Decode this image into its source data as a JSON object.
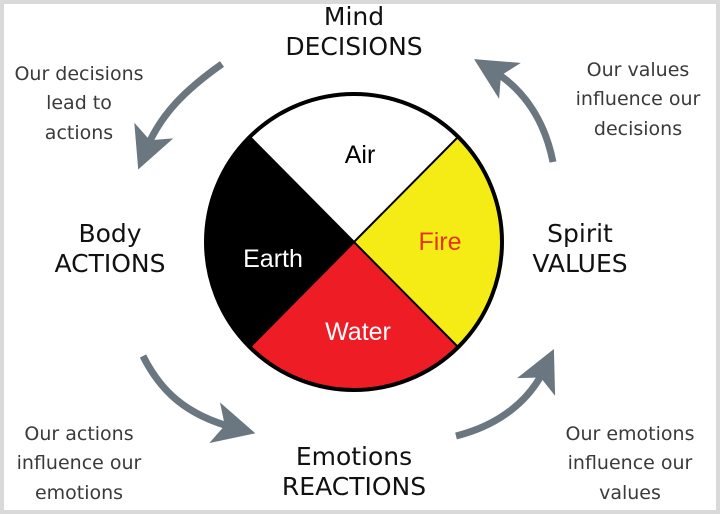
{
  "wheel": {
    "quadrants": [
      {
        "name": "Air",
        "fill": "#ffffff",
        "text_color": "#000000"
      },
      {
        "name": "Fire",
        "fill": "#f5ec16",
        "text_color": "#e2361c"
      },
      {
        "name": "Water",
        "fill": "#ee1c24",
        "text_color": "#ffffff"
      },
      {
        "name": "Earth",
        "fill": "#000000",
        "text_color": "#ffffff"
      }
    ],
    "outline_color": "#000000"
  },
  "aspects": {
    "top": {
      "line1": "Mind",
      "line2": "DECISIONS"
    },
    "left": {
      "line1": "Body",
      "line2": "ACTIONS"
    },
    "right": {
      "line1": "Spirit",
      "line2": "VALUES"
    },
    "bottom": {
      "line1": "Emotions",
      "line2": "REACTIONS"
    }
  },
  "notes": {
    "top_left": [
      "Our decisions",
      "lead to",
      "actions"
    ],
    "top_right": [
      "Our values",
      "influence our",
      "decisions"
    ],
    "bottom_left": [
      "Our actions",
      "influence our",
      "emotions"
    ],
    "bottom_right": [
      "Our emotions",
      "influence our",
      "values"
    ]
  },
  "arrow_color": "#6b7780"
}
